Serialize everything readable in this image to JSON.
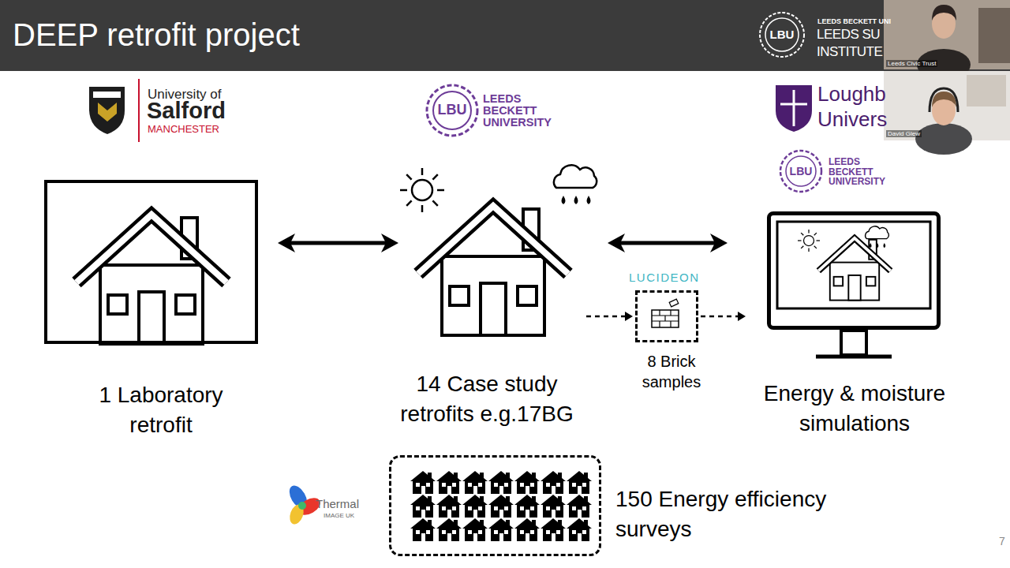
{
  "diagram": {
    "title": "DEEP retrofit project",
    "nodes": [
      {
        "text": [
          "1 Laboratory retrofit"
        ]
      },
      {
        "text": [
          "14 Case study retrofits e.g.17BG"
        ]
      },
      {
        "text": [
          "8 Brick samples"
        ]
      },
      {
        "text": [
          "Energy & moisture simulations"
        ]
      },
      {
        "text": [
          "150 Energy efficiency surveys"
        ]
      }
    ],
    "edges": [
      {
        "from": 0,
        "to": 1,
        "arrow": "both"
      },
      {
        "from": 1,
        "to": 3,
        "arrow": "both"
      },
      {
        "from": 1,
        "to": 2,
        "arrow": "to"
      },
      {
        "from": 2,
        "to": 3,
        "arrow": "to"
      }
    ],
    "labels": [
      "University of",
      "Salford",
      "MANCHESTER",
      "LBU",
      "LEEDS BECKETT UNIVERSITY",
      "Loughb",
      "Univers",
      "LBU",
      "LEEDS BECKETT UNIVERSITY",
      "LBU",
      "LEEDS BECKETT UNI",
      "LEEDS SU",
      "INSTITUTE",
      "LUCIDEON",
      "Thermal",
      "IMAGE UK",
      "Leeds Civic Trust",
      "David Glew",
      "7"
    ]
  }
}
